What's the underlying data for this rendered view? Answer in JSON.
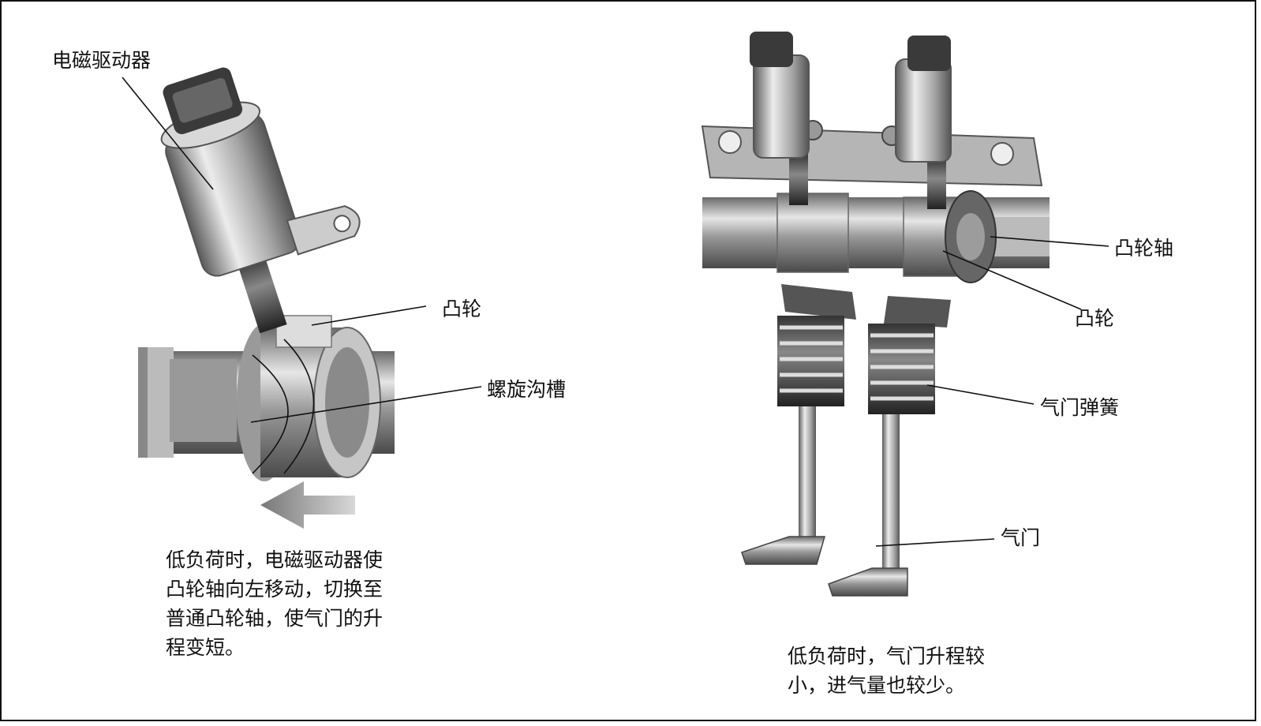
{
  "left": {
    "labels": {
      "actuator": "电磁驱动器",
      "cam": "凸轮",
      "groove": "螺旋沟槽"
    },
    "caption": [
      "低负荷时，电磁驱动器使",
      "凸轮轴向左移动，切换至",
      "普通凸轮轴，使气门的升",
      "程变短。"
    ]
  },
  "right": {
    "labels": {
      "camshaft": "凸轮轴",
      "cam": "凸轮",
      "spring": "气门弹簧",
      "valve": "气门"
    },
    "caption": [
      "低负荷时，气门升程较",
      "小，进气量也较少。"
    ]
  }
}
